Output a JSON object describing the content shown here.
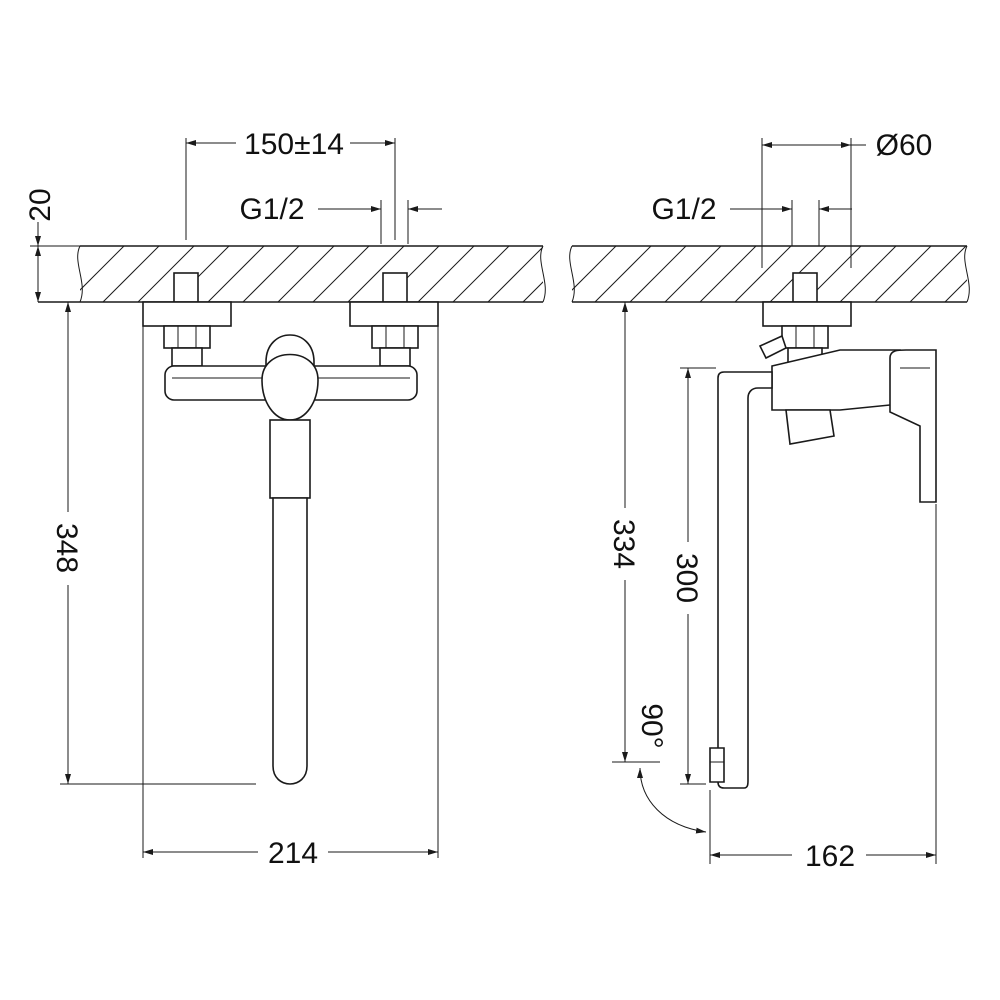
{
  "dimensions": {
    "front_inlet_spacing": "150±14",
    "front_thread": "G1/2",
    "wall_offset": "20",
    "front_height": "348",
    "front_width": "214",
    "side_outlet_diameter": "Ø60",
    "side_thread": "G1/2",
    "side_height": "334",
    "spout_height": "300",
    "spout_swivel_angle": "90°",
    "side_depth": "162"
  }
}
